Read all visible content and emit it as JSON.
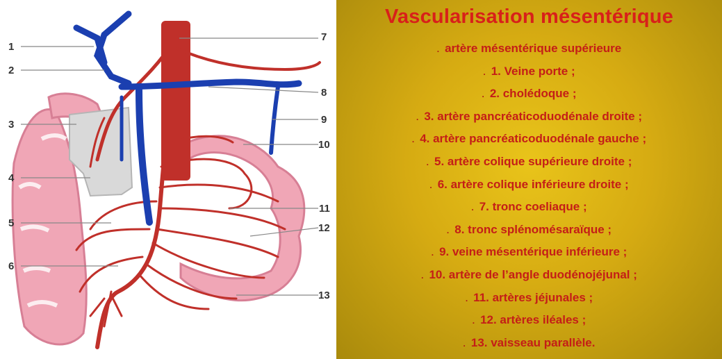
{
  "diagram": {
    "labels": [
      "1",
      "2",
      "3",
      "4",
      "5",
      "6",
      "7",
      "8",
      "9",
      "10",
      "11",
      "12",
      "13"
    ]
  },
  "legend": {
    "title": "Vascularisation mésentérique",
    "bullet": ".",
    "items": [
      "artère mésentérique supérieure",
      "1. Veine porte ;",
      "2. cholédoque ;",
      "3. artère pancréaticoduodénale droite ;",
      "4. artère pancréaticoduodénale gauche ;",
      "5. artère colique supérieure droite ;",
      "6. artère colique inférieure droite ;",
      "7. tronc coeliaque ;",
      "8. tronc splénomésaraïque ;",
      "9. veine mésentérique inférieure ;",
      "10. artère de l’angle duodénojéjunal ;",
      "11. artères jéjunales ;",
      "12. artères iléales ;",
      "13. vaisseau parallèle."
    ]
  },
  "colors": {
    "artery": "#c0302a",
    "vein": "#1b3fb0",
    "intestine": "#f0a6b6",
    "intestine_edge": "#d77f95",
    "pancreas": "#d9d9d9",
    "legend_text": "#c41e17",
    "panel_gold": "#d6ab12"
  }
}
